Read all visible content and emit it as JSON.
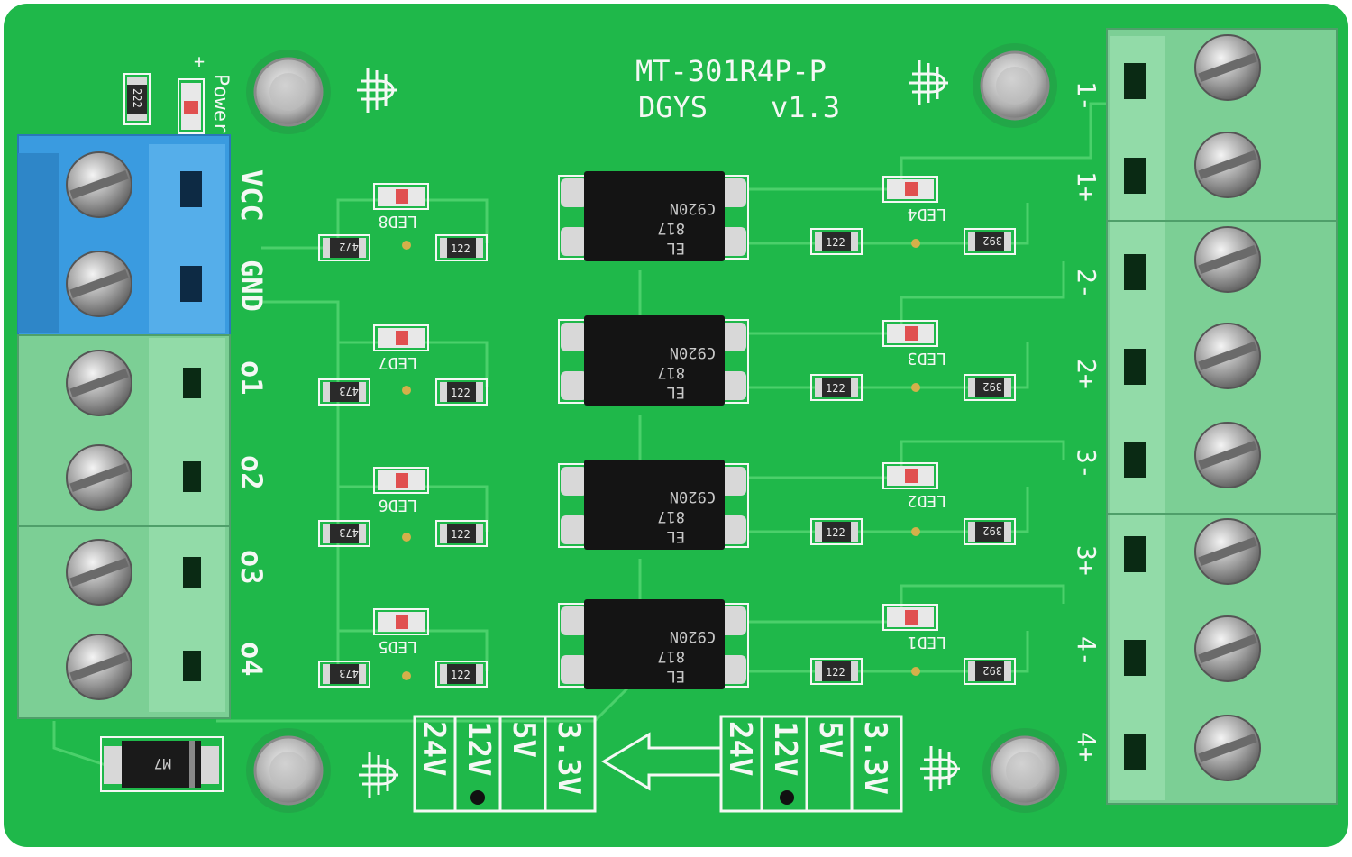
{
  "board": {
    "model": "MT-301R4P-P",
    "brand": "DGYS",
    "version": "v1.3",
    "power_label": "Power",
    "plus_sign": "+",
    "power_resistor": "222",
    "diode_marking": "M7"
  },
  "left_terminals": [
    "VCC",
    "GND",
    "o1",
    "o2",
    "o3",
    "o4"
  ],
  "right_terminals": [
    "1-",
    "1+",
    "2-",
    "2+",
    "3-",
    "3+",
    "4-",
    "4+"
  ],
  "input_leds": [
    "LED4",
    "LED3",
    "LED2",
    "LED1"
  ],
  "output_leds": [
    "LED8",
    "LED7",
    "LED6",
    "LED5"
  ],
  "optocoupler": {
    "line1": "EL",
    "line2": "817",
    "line3": "C920N"
  },
  "resistors": {
    "input_series": "392",
    "input_led": "122",
    "output_pullup": [
      "472",
      "473",
      "473",
      "473"
    ],
    "output_led": "122"
  },
  "voltage_options": [
    "3.3V",
    "5V",
    "12V",
    "24V"
  ],
  "colors": {
    "pcb": "#1fb84a",
    "silkscreen": "#f4f8f4",
    "terminal_green": "#7ccf95",
    "terminal_blue": "#3a9be0"
  }
}
